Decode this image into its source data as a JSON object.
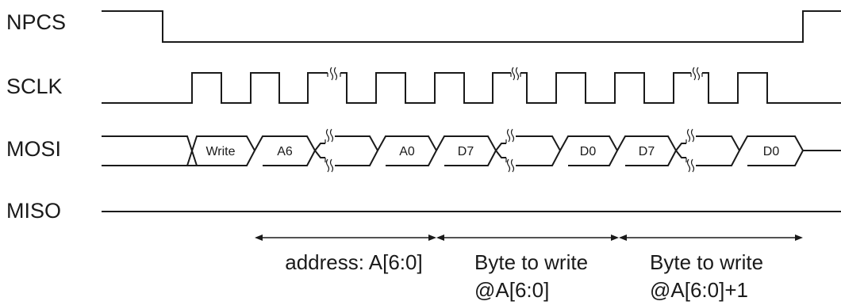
{
  "signals": {
    "npcs": "NPCS",
    "sclk": "SCLK",
    "mosi": "MOSI",
    "miso": "MISO"
  },
  "mosi_cells": {
    "write": "Write",
    "a6": "A6",
    "a0": "A0",
    "d7_first": "D7",
    "d0_first": "D0",
    "d7_second": "D7",
    "d0_second": "D0"
  },
  "spans": {
    "address": "address: A[6:0]",
    "byte1_line1": "Byte to write",
    "byte1_line2": "@A[6:0]",
    "byte2_line1": "Byte to write",
    "byte2_line2": "@A[6:0]+1"
  }
}
